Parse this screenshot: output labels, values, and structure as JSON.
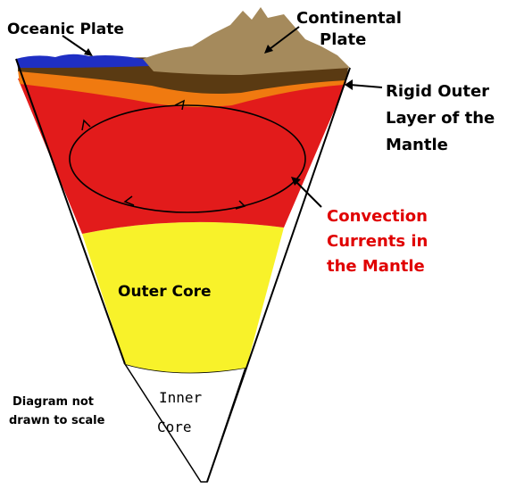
{
  "labels": {
    "oceanic_plate": "Oceanic Plate",
    "continental_plate_line1": "Continental",
    "continental_plate_line2": "Plate",
    "rigid_outer_line1": "Rigid Outer",
    "rigid_outer_line2": "Layer of the",
    "rigid_outer_line3": "Mantle",
    "convection_line1": "Convection",
    "convection_line2": "Currents in",
    "convection_line3": "the Mantle",
    "outer_core": "Outer Core",
    "inner_core_line1": "Inner",
    "inner_core_line2": "Core",
    "note_line1": "Diagram not",
    "note_line2": "drawn to scale"
  },
  "colors": {
    "ocean": "#1f2fc4",
    "continent": "#a58a5c",
    "crust_dark": "#5a3a12",
    "rigid_layer": "#f07a10",
    "mantle": "#e21b1b",
    "outer_core": "#f8f22a",
    "inner_core": "#ffffff",
    "convection_text": "#e00000",
    "ink": "#000000"
  }
}
